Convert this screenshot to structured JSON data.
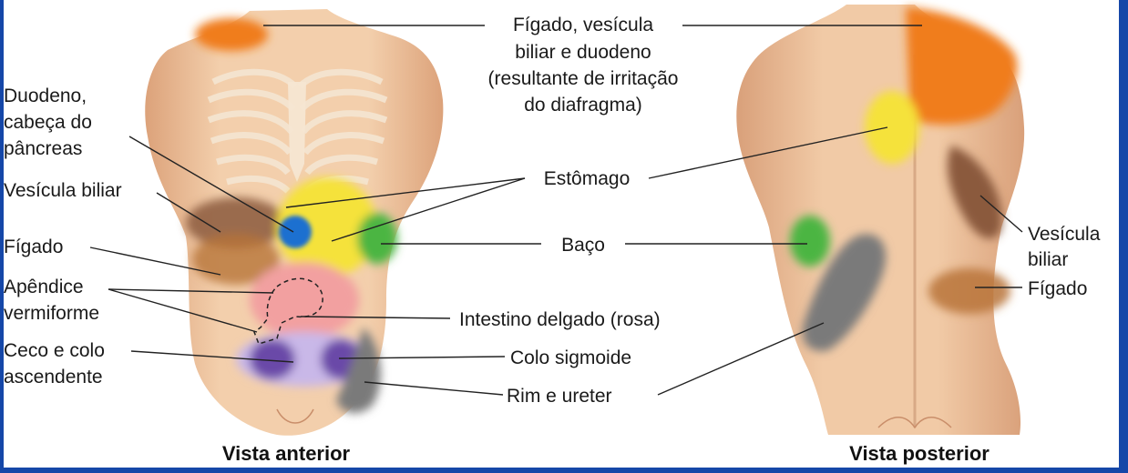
{
  "captions": {
    "anterior": "Vista anterior",
    "posterior": "Vista posterior"
  },
  "labels": {
    "liver_gallbladder_duodenum": [
      "Fígado, vesícula",
      "biliar e duodeno",
      "(resultante de irritação",
      "do diafragma)"
    ],
    "duodenum_pancreas": [
      "Duodeno,",
      "cabeça do",
      "pâncreas"
    ],
    "gallbladder_left": "Vesícula biliar",
    "liver_left": "Fígado",
    "appendix": [
      "Apêndice",
      "vermiforme"
    ],
    "cecum": [
      "Ceco e colo",
      "ascendente"
    ],
    "stomach": "Estômago",
    "spleen": "Baço",
    "small_intestine": "Intestino delgado (rosa)",
    "sigmoid": "Colo sigmoide",
    "kidney": "Rim e ureter",
    "gallbladder_right": [
      "Vesícula",
      "biliar"
    ],
    "liver_right": "Fígado"
  },
  "colors": {
    "liver": "#f07d1e",
    "gallbladder": "#8b5a3c",
    "stomach": "#f5e23a",
    "duodenum": "#1f6fd0",
    "spleen": "#4bb543",
    "small_intestine": "#f2a0a0",
    "colon": "#c9b8e8",
    "cecum": "#6a4aa8",
    "kidney": "#7a7a7a",
    "skin": "#efc9a3",
    "background": "#1547a8"
  }
}
